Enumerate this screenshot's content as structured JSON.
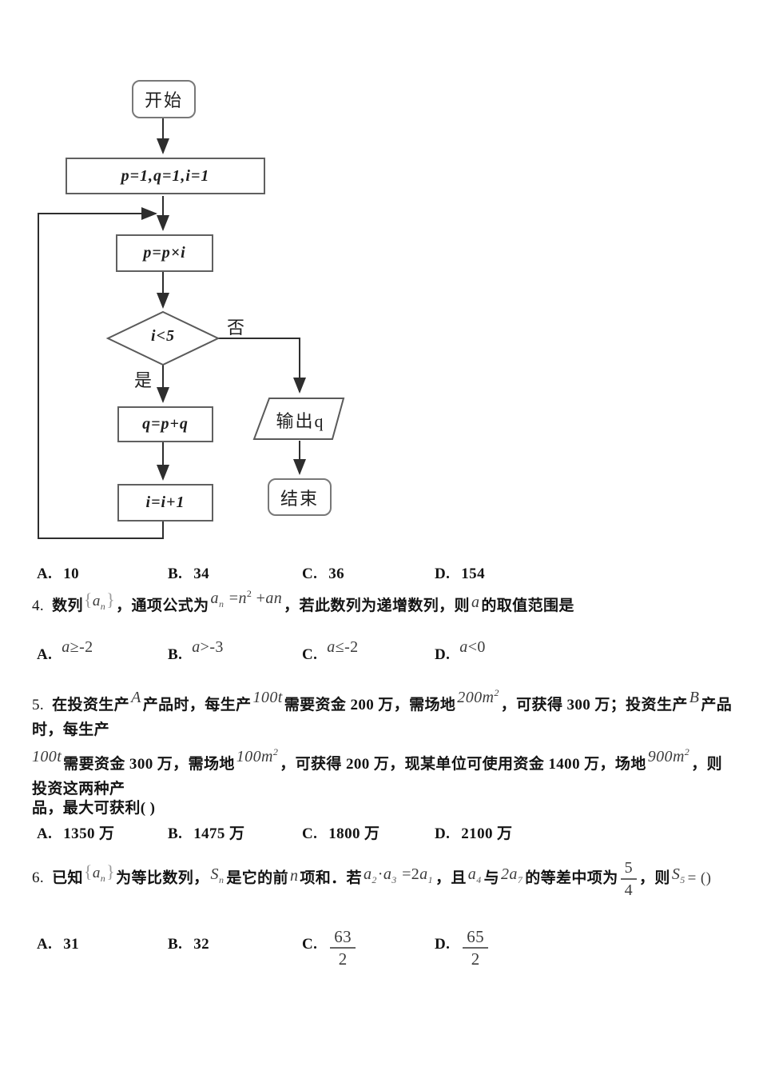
{
  "flowchart": {
    "start_label": "开始",
    "init_label": "p=1,q=1,i=1",
    "multiply_label": "p=p×i",
    "decision_label": "i<5",
    "no_label": "否",
    "yes_label": "是",
    "accumulate_label": "q=p+q",
    "output_label": "输出q",
    "increment_label": "i=i+1",
    "end_label": "结束"
  },
  "q3": {
    "options": {
      "a_label": "A.",
      "a_value": "10",
      "b_label": "B.",
      "b_value": "34",
      "c_label": "C.",
      "c_value": "36",
      "d_label": "D.",
      "d_value": "154"
    }
  },
  "q4": {
    "number": "4.",
    "lead": "数列",
    "seq_open": "{",
    "seq_var": "a",
    "seq_sub": "n",
    "seq_close": "}",
    "mid1": "，通项公式为",
    "f_var": "a",
    "f_sub": "n",
    "f_eq": "=",
    "f_base": "n",
    "f_sup": "2",
    "f_plus": "+",
    "f_tail": "an",
    "mid2": "，若此数列为递增数列，则",
    "var": "a",
    "tail": "的取值范围是",
    "options": {
      "a_label": "A.",
      "a_var": "a",
      "a_rest": "≥-2",
      "b_label": "B.",
      "b_var": "a",
      "b_rest": ">-3",
      "c_label": "C.",
      "c_var": "a",
      "c_rest": "≤-2",
      "d_label": "D.",
      "d_var": "a",
      "d_rest": "<0"
    }
  },
  "q5": {
    "number": "5.",
    "l1_t1": "在投资生产",
    "l1_m1": "A",
    "l1_t2": "产品时，每生产",
    "l1_m2": "100t",
    "l1_t3": "需要资金 200 万，需场地",
    "l1_m3_base": "200m",
    "l1_m3_sup": "2",
    "l1_t4": "，可获得 300 万；投资生产",
    "l1_m4": "B",
    "l1_t5": "产品时，每生产",
    "l2_m1": "100t",
    "l2_t1": "需要资金 300 万，需场地",
    "l2_m2_base": "100m",
    "l2_m2_sup": "2",
    "l2_t2": "，可获得 200 万，现某单位可使用资金 1400 万，场地",
    "l2_m3_base": "900m",
    "l2_m3_sup": "2",
    "l2_t3": "，则投资这两种产",
    "l3": "品，最大可获利(  )",
    "options": {
      "a_label": "A.",
      "a_value": "1350 万",
      "b_label": "B.",
      "b_value": "1475 万",
      "c_label": "C.",
      "c_value": "1800 万",
      "d_label": "D.",
      "d_value": "2100 万"
    }
  },
  "q6": {
    "number": "6.",
    "t1": "已知",
    "seq_open": "{",
    "seq_var": "a",
    "seq_sub": "n",
    "seq_close": "}",
    "t2": "为等比数列，",
    "s_var": "S",
    "s_sub": "n",
    "t3": "是它的前",
    "n_var": "n",
    "t4": "项和．若",
    "a2_var": "a",
    "a2_sub": "2",
    "dot": "·",
    "a3_var": "a",
    "a3_sub": "3",
    "eq": "=2",
    "a1_var": "a",
    "a1_sub": "1",
    "t5": "，且",
    "a4_var": "a",
    "a4_sub": "4",
    "t6": "与",
    "a7_var": "2a",
    "a7_sub": "7",
    "t7": "的等差中项为",
    "frac_num": "5",
    "frac_den": "4",
    "t8": "，则",
    "s5_var": "S",
    "s5_sub": "5",
    "t9": "= ()",
    "options": {
      "a_label": "A.",
      "a_value": "31",
      "b_label": "B.",
      "b_value": "32",
      "c_label": "C.",
      "c_num": "63",
      "c_den": "2",
      "d_label": "D.",
      "d_num": "65",
      "d_den": "2"
    }
  }
}
